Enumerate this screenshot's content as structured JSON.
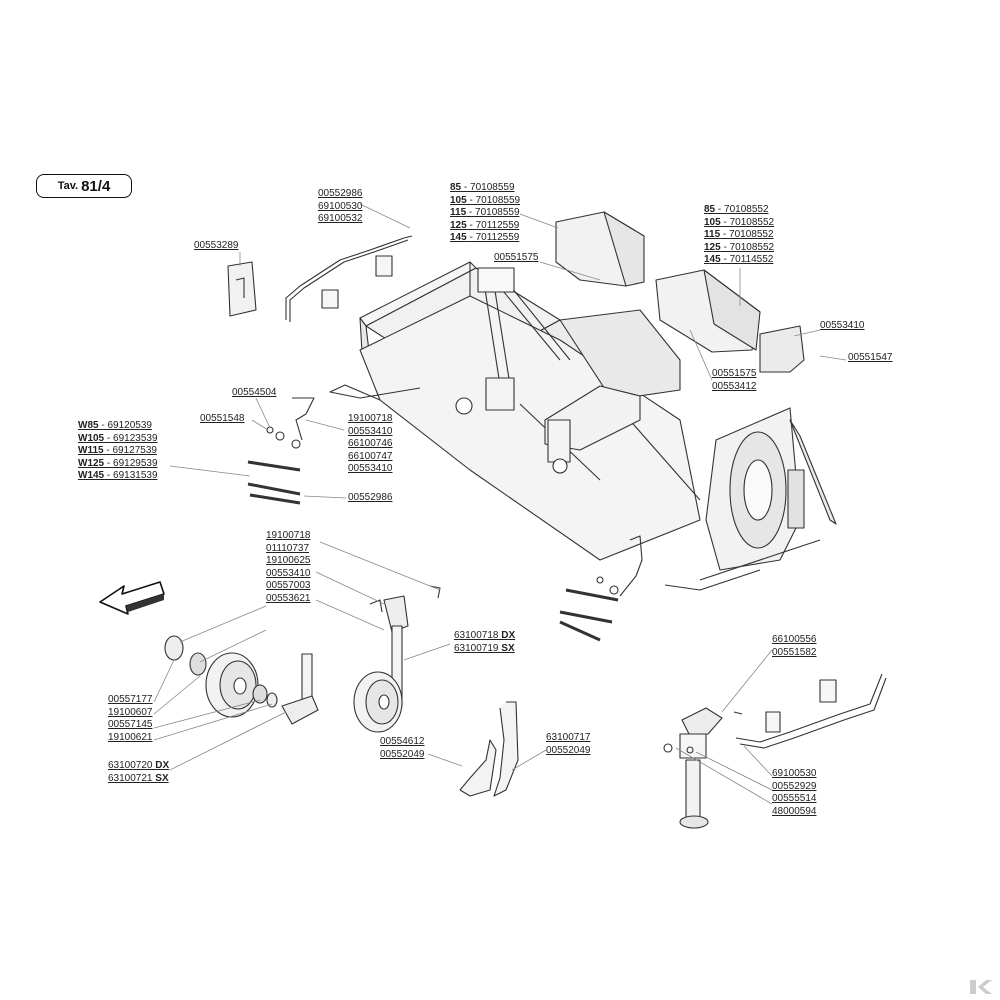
{
  "plate": {
    "prefix": "Tav.",
    "number": "81/4"
  },
  "groups": {
    "g1": {
      "lines": [
        {
          "code": "00552986"
        },
        {
          "code": "69100530"
        },
        {
          "code": "69100532"
        }
      ]
    },
    "g2": {
      "lines": [
        {
          "code": "00553289"
        }
      ]
    },
    "g3": {
      "lines": [
        {
          "prefix": "85",
          "code": " - 70108559"
        },
        {
          "prefix": "105",
          "code": " - 70108559"
        },
        {
          "prefix": "115",
          "code": " - 70108559"
        },
        {
          "prefix": "125",
          "code": " - 70112559"
        },
        {
          "prefix": "145",
          "code": " - 70112559"
        }
      ]
    },
    "g4": {
      "lines": [
        {
          "code": "00551575"
        }
      ]
    },
    "g5": {
      "lines": [
        {
          "prefix": "85",
          "code": " - 70108552"
        },
        {
          "prefix": "105",
          "code": " - 70108552"
        },
        {
          "prefix": "115",
          "code": " - 70108552"
        },
        {
          "prefix": "125",
          "code": " - 70108552"
        },
        {
          "prefix": "145",
          "code": " - 70114552"
        }
      ]
    },
    "g6": {
      "lines": [
        {
          "code": "00553410"
        }
      ]
    },
    "g7": {
      "lines": [
        {
          "code": "00551547"
        }
      ]
    },
    "g8": {
      "lines": [
        {
          "code": "00551575"
        },
        {
          "code": "00553412"
        }
      ]
    },
    "g9": {
      "lines": [
        {
          "code": "00554504"
        }
      ]
    },
    "g10": {
      "lines": [
        {
          "code": "00551548"
        }
      ]
    },
    "g11": {
      "lines": [
        {
          "code": "19100718"
        },
        {
          "code": "00553410"
        },
        {
          "code": "66100746"
        },
        {
          "code": "66100747"
        },
        {
          "code": "00553410"
        }
      ]
    },
    "g12": {
      "lines": [
        {
          "prefix": "W85",
          "code": " - 69120539"
        },
        {
          "prefix": "W105",
          "code": " - 69123539"
        },
        {
          "prefix": "W115",
          "code": " - 69127539"
        },
        {
          "prefix": "W125",
          "code": " - 69129539"
        },
        {
          "prefix": "W145",
          "code": " - 69131539"
        }
      ]
    },
    "g13": {
      "lines": [
        {
          "code": "00552986"
        }
      ]
    },
    "g14": {
      "lines": [
        {
          "code": "19100718"
        },
        {
          "code": "01110737"
        },
        {
          "code": "19100625"
        },
        {
          "code": "00553410"
        },
        {
          "code": "00557003"
        },
        {
          "code": "00553621"
        }
      ]
    },
    "g15": {
      "lines": [
        {
          "code": "63100718",
          "suffix": " DX"
        },
        {
          "code": "63100719",
          "suffix": " SX"
        }
      ]
    },
    "g16": {
      "lines": [
        {
          "code": "66100556"
        },
        {
          "code": "00551582"
        }
      ]
    },
    "g17": {
      "lines": [
        {
          "code": "00557177"
        },
        {
          "code": "19100607"
        },
        {
          "code": "00557145"
        },
        {
          "code": "19100621"
        }
      ]
    },
    "g18": {
      "lines": [
        {
          "code": "63100720",
          "suffix": " DX"
        },
        {
          "code": "63100721",
          "suffix": " SX"
        }
      ]
    },
    "g19": {
      "lines": [
        {
          "code": "00554612"
        },
        {
          "code": "00552049"
        }
      ]
    },
    "g20": {
      "lines": [
        {
          "code": "63100717"
        },
        {
          "code": "00552049"
        }
      ]
    },
    "g21": {
      "lines": [
        {
          "code": "69100530"
        },
        {
          "code": "00552929"
        },
        {
          "code": "00555514"
        },
        {
          "code": "48000594"
        }
      ]
    }
  }
}
